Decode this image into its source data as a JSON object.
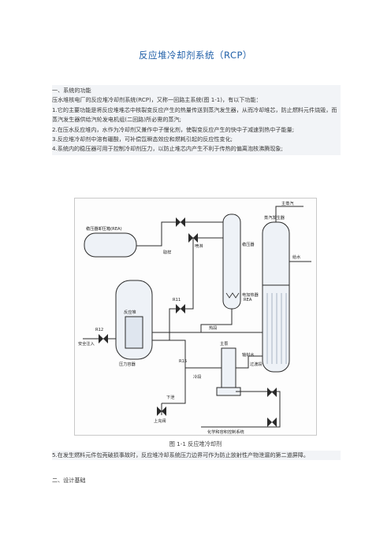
{
  "title": "反应堆冷却剂系统（RCP）",
  "section1": {
    "heading": "一、系统的功能",
    "intro": "压水堆核电厂的反应堆冷却剂系统(RCP)，又称一回路主系统(图 1-1)，有以下功能：",
    "items": [
      "1.它的主要功能是将反应堆堆芯中核裂变反应产生的热量传送到蒸汽发生器，从而冷却堆芯，防止燃料元件烧毁，而蒸汽发生器供给汽轮发电机组(二回路)所必需的蒸汽;",
      "2.在压水反应堆内，水作为冷却剂又兼作中子慢化剂，使裂变反应产生的快中子减速到热中子能量;",
      "3.反应堆冷却剂中溶有硼酸，可补偿氙瞬态效应和燃耗引起的反应性变化;",
      "4.系统内的稳压器可用于控制冷却剂压力，以防止堆芯内产生不利于传热的偏离泡核沸腾现象;"
    ]
  },
  "figure": {
    "caption": "图 1-1 反应堆冷却剂",
    "labels": {
      "pressurizer_relief_tank": "稳压器卸压箱(REA)",
      "pressurizer": "稳压器",
      "steam_generator": "蒸汽发生器",
      "main_steam": "主蒸汽",
      "feedwater": "给水",
      "reactor": "反应堆",
      "pressure_vessel": "压力容器",
      "main_pump": "主泵",
      "upper_charging": "上充阀",
      "rea": "REA",
      "r12": "R12",
      "r11": "R11",
      "r15": "R15",
      "spray": "喷淋",
      "heaters": "电加热器",
      "cold_leg": "冷段",
      "hot_leg": "热段",
      "sample": "取样",
      "let_down": "下泄",
      "seal_water": "轴封水",
      "crossover": "过渡段",
      "safety_injection": "安全注入",
      "chemical_volume": "化学和容积控制系统"
    }
  },
  "section1_cont": {
    "items": [
      "5.在发生燃料元件包壳破损事故时，反应堆冷却系统压力边界可作为防止放射性产物泄漏的第二道屏障。"
    ]
  },
  "section2": {
    "heading": "二、设计基础"
  },
  "colors": {
    "title": "#1f5fa8",
    "highlight_bg": "#f2f4f7",
    "diagram_line": "#2a2a2a"
  }
}
